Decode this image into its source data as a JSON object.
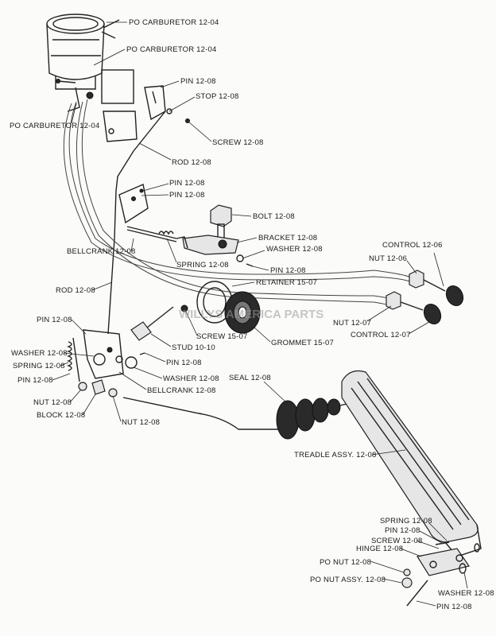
{
  "watermark": "WILLYS AMERICA PARTS",
  "labels": [
    {
      "id": "po-carb-1",
      "text": "PO CARBURETOR 12-04"
    },
    {
      "id": "po-carb-2",
      "text": "PO CARBURETOR 12-04"
    },
    {
      "id": "pin-top",
      "text": "PIN 12-08"
    },
    {
      "id": "stop",
      "text": "STOP 12-08"
    },
    {
      "id": "po-carb-3",
      "text": "PO CARBURETOR 12-04"
    },
    {
      "id": "screw-top",
      "text": "SCREW 12-08"
    },
    {
      "id": "rod-top",
      "text": "ROD 12-08"
    },
    {
      "id": "pin-mid-1",
      "text": "PIN 12-08"
    },
    {
      "id": "pin-mid-2",
      "text": "PIN 12-08"
    },
    {
      "id": "bolt",
      "text": "BOLT 12-08"
    },
    {
      "id": "bracket",
      "text": "BRACKET 12-08"
    },
    {
      "id": "bellcrank-upper",
      "text": "BELLCRANK 12-08"
    },
    {
      "id": "washer-upper",
      "text": "WASHER 12-08"
    },
    {
      "id": "spring-upper",
      "text": "SPRING 12-08"
    },
    {
      "id": "pin-bracket",
      "text": "PIN 12-08"
    },
    {
      "id": "control-1",
      "text": "CONTROL 12-06"
    },
    {
      "id": "nut-control-1",
      "text": "NUT 12-06"
    },
    {
      "id": "retainer",
      "text": "RETAINER 15-07"
    },
    {
      "id": "rod-left",
      "text": "ROD 12-08"
    },
    {
      "id": "pin-left",
      "text": "PIN 12-08"
    },
    {
      "id": "washer-left",
      "text": "WASHER 12-08"
    },
    {
      "id": "spring-left",
      "text": "SPRING 12-08"
    },
    {
      "id": "pin-left-2",
      "text": "PIN 12-08"
    },
    {
      "id": "nut-left",
      "text": "NUT 12-08"
    },
    {
      "id": "block",
      "text": "BLOCK 12-08"
    },
    {
      "id": "nut-lower",
      "text": "NUT 12-08"
    },
    {
      "id": "screw-retainer",
      "text": "SCREW 15-07"
    },
    {
      "id": "stud",
      "text": "STUD 10-10"
    },
    {
      "id": "pin-stud",
      "text": "PIN 12-08"
    },
    {
      "id": "washer-stud",
      "text": "WASHER 12-08"
    },
    {
      "id": "bellcrank-lower",
      "text": "BELLCRANK 12-08"
    },
    {
      "id": "grommet",
      "text": "GROMMET 15-07"
    },
    {
      "id": "nut-control-2",
      "text": "NUT 12-07"
    },
    {
      "id": "control-2",
      "text": "CONTROL 12-07"
    },
    {
      "id": "seal",
      "text": "SEAL 12-08"
    },
    {
      "id": "treadle",
      "text": "TREADLE ASSY. 12-08"
    },
    {
      "id": "spring-hinge",
      "text": "SPRING 12-08"
    },
    {
      "id": "pin-hinge",
      "text": "PIN 12-08"
    },
    {
      "id": "screw-hinge",
      "text": "SCREW 12-08"
    },
    {
      "id": "hinge",
      "text": "HINGE 12-08"
    },
    {
      "id": "po-nut",
      "text": "PO NUT 12-08"
    },
    {
      "id": "po-nut-assy",
      "text": "PO NUT ASSY. 12-08"
    },
    {
      "id": "washer-hinge",
      "text": "WASHER 12-08"
    },
    {
      "id": "pin-bottom",
      "text": "PIN 12-08"
    }
  ]
}
